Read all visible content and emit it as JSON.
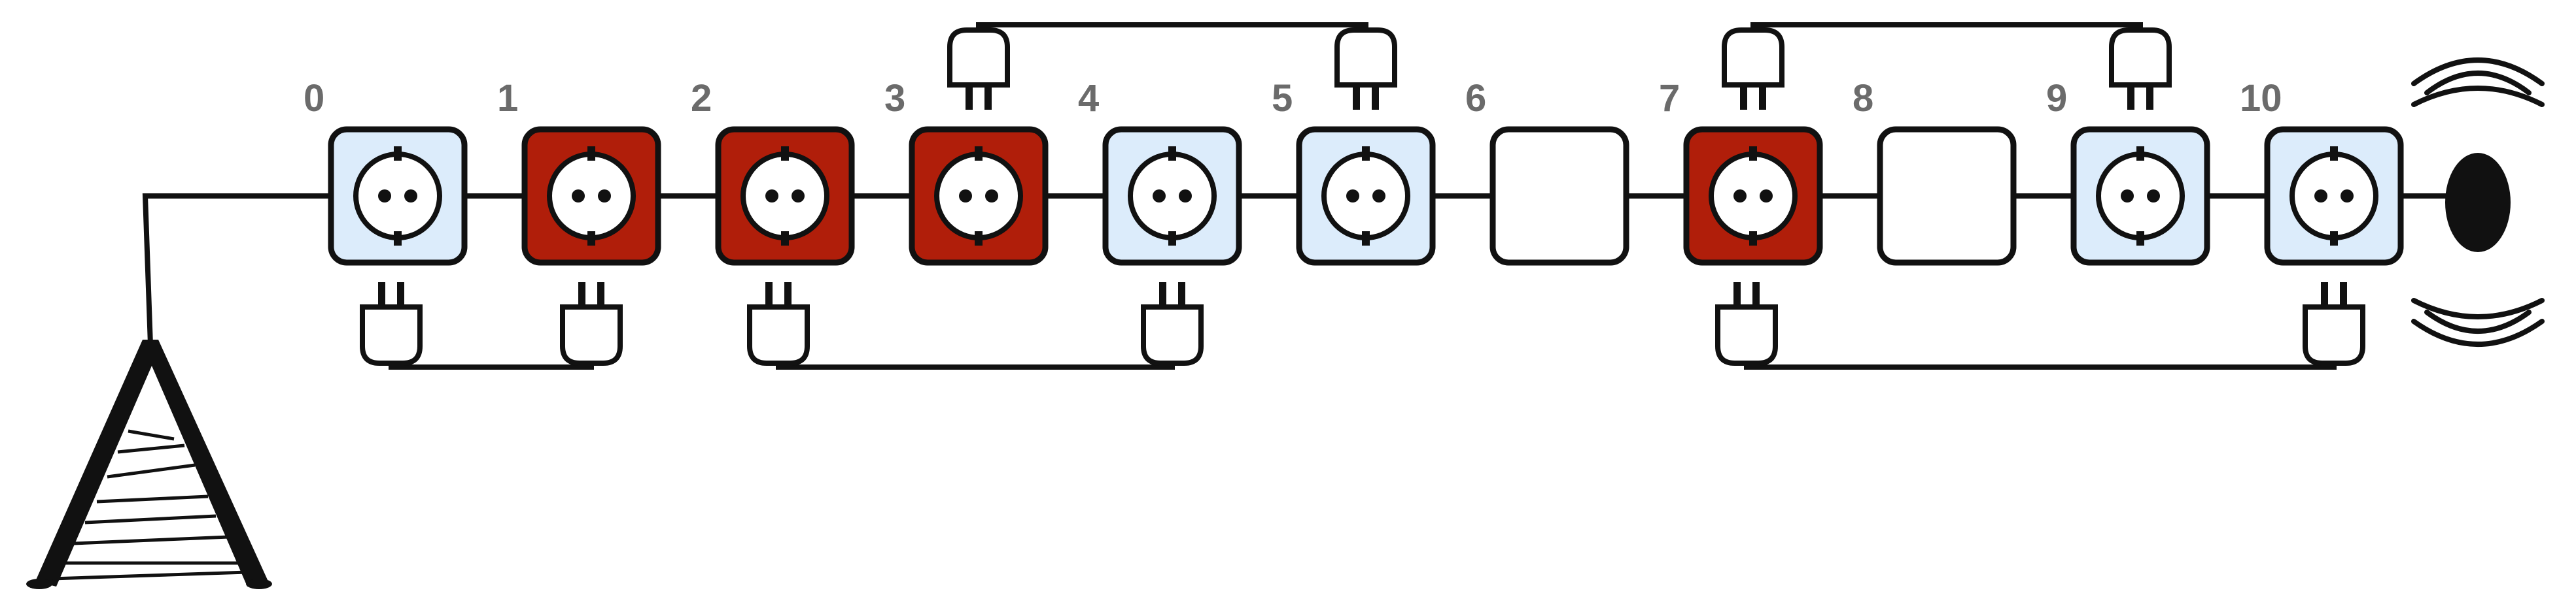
{
  "colors": {
    "on": "#b01e0a",
    "off": "#dcecfb",
    "empty": "#ffffff",
    "ink": "#111111",
    "label": "#6b6b6b"
  },
  "icons": {
    "source": "transmission-tower-icon",
    "sink": "wireless-signal-icon",
    "slot": "power-socket-icon",
    "connector": "plug-icon"
  },
  "slots": [
    {
      "label": "0",
      "state": "off"
    },
    {
      "label": "1",
      "state": "on"
    },
    {
      "label": "2",
      "state": "on"
    },
    {
      "label": "3",
      "state": "on"
    },
    {
      "label": "4",
      "state": "off"
    },
    {
      "label": "5",
      "state": "off"
    },
    {
      "label": "6",
      "state": "empty"
    },
    {
      "label": "7",
      "state": "on"
    },
    {
      "label": "8",
      "state": "empty"
    },
    {
      "label": "9",
      "state": "off"
    },
    {
      "label": "10",
      "state": "off"
    }
  ],
  "links": [
    {
      "from": 0,
      "to": 1,
      "side": "below"
    },
    {
      "from": 2,
      "to": 4,
      "side": "below"
    },
    {
      "from": 3,
      "to": 5,
      "side": "above"
    },
    {
      "from": 7,
      "to": 9,
      "side": "above"
    },
    {
      "from": 7,
      "to": 10,
      "side": "below"
    }
  ]
}
